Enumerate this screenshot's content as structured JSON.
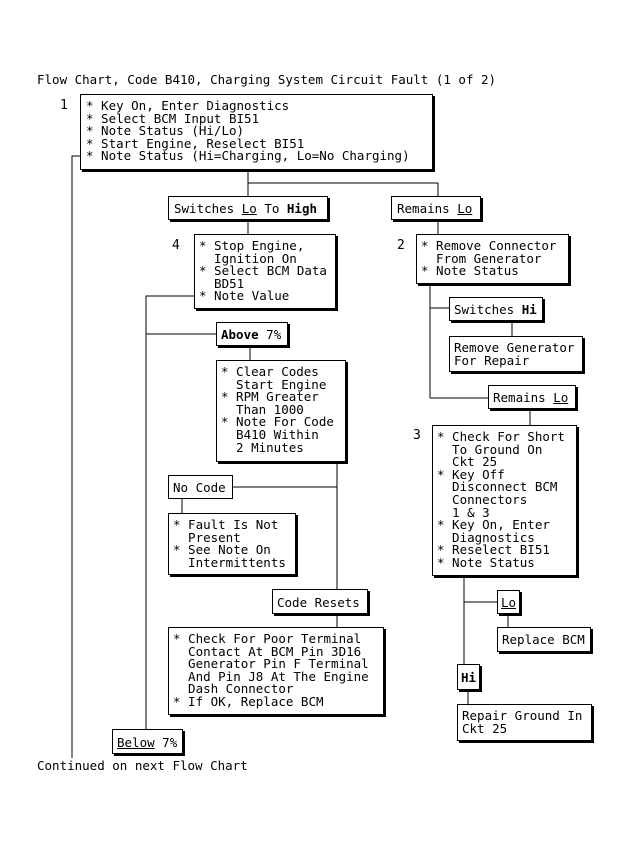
{
  "title": "Flow Chart, Code B410, Charging System Circuit Fault (1 of 2)",
  "footer": "Continued on next Flow Chart",
  "steps": {
    "s1": {
      "num": "1",
      "text": "* Key On, Enter Diagnostics\n* Select BCM Input BI51\n* Note Status (Hi/Lo)\n* Start Engine, Reselect BI51\n* Note Status (Hi=Charging, Lo=No Charging)"
    },
    "s4": {
      "num": "4",
      "text": "* Stop Engine,\n  Ignition On\n* Select BCM Data\n  BD51\n* Note Value"
    },
    "s2": {
      "num": "2",
      "text": "* Remove Connector\n  From Generator\n* Note Status"
    },
    "s3": {
      "num": "3",
      "text": "* Check For Short\n  To Ground On\n  Ckt 25\n* Key Off\n  Disconnect BCM\n  Connectors\n  1 & 3\n* Key On, Enter\n  Diagnostics\n* Reselect BI51\n* Note Status"
    },
    "clear": {
      "text": "* Clear Codes\n  Start Engine\n* RPM Greater\n  Than 1000\n* Note For Code\n  B410 Within\n  2 Minutes"
    },
    "fault": {
      "text": "* Fault Is Not\n  Present\n* See Note On\n  Intermittents"
    },
    "check": {
      "text": "* Check For Poor Terminal\n  Contact At BCM Pin 3D16\n  Generator Pin F Terminal\n  And Pin J8 At The Engine\n  Dash Connector\n* If OK, Replace BCM"
    },
    "remove_gen": {
      "text": "Remove Generator\nFor Repair"
    },
    "replace_bcm": {
      "text": "Replace BCM"
    },
    "repair_ground": {
      "text": "Repair Ground In\nCkt 25"
    }
  },
  "labels": {
    "switches_lo_high": {
      "a": "Switches ",
      "b": "Lo",
      "c": " To ",
      "d": "High"
    },
    "remains_lo": {
      "a": "Remains ",
      "b": "Lo"
    },
    "switches_hi": {
      "a": "Switches ",
      "b": "Hi"
    },
    "remains_lo2": {
      "a": "Remains ",
      "b": "Lo"
    },
    "above": {
      "a": "Above",
      "b": " 7%"
    },
    "below": {
      "a": "Below",
      "b": " 7%"
    },
    "no_code": "No Code",
    "code_resets": "Code Resets",
    "lo": "Lo",
    "hi": "Hi"
  }
}
